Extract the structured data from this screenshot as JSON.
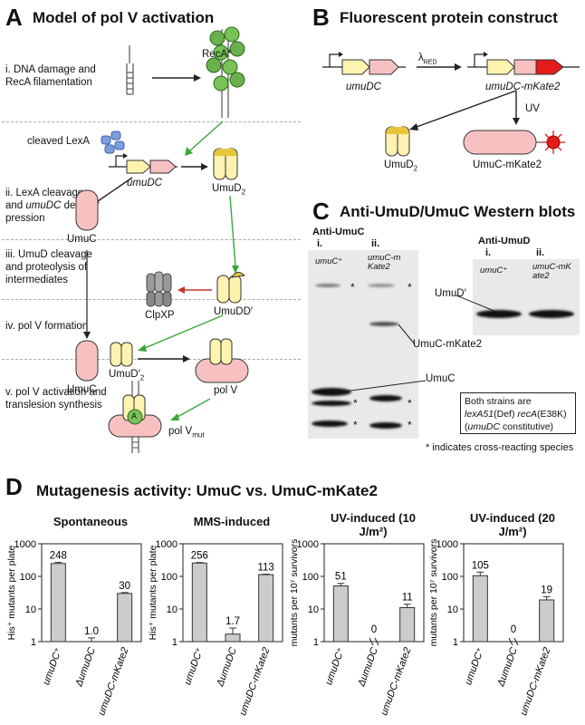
{
  "panelA": {
    "label": "A",
    "title": "Model of pol V activation",
    "steps": [
      "i. DNA damage and",
      "RecA filamentation",
      "ii. LexA cleavage",
      "and ",
      "umuDC",
      " de-re-",
      "pression",
      "iii. UmuD cleavage",
      "and proteolysis of",
      "intermediates",
      "iv. pol V formation",
      "v. pol V activation and",
      "translesion synthesis"
    ],
    "labels": {
      "recA": "RecA*",
      "cleavedLexA": "cleaved LexA",
      "umuDC": "umuDC",
      "umuD2": "UmuD",
      "umuD2_sub": "2",
      "umuC": "UmuC",
      "clpxp": "ClpXP",
      "umuDDprime": "UmuDD′",
      "umuC2": "UmuC",
      "umuDprime2": "UmuD′",
      "umuDprime2_sub": "2",
      "polV": "pol V",
      "polVmut": "pol V",
      "polVmut_sub": "mut",
      "a": "A"
    }
  },
  "panelB": {
    "label": "B",
    "title": "Fluorescent protein construct",
    "gene": "umuDC",
    "lambda": "λ",
    "lambda_sub": "RED",
    "construct": "umuDC-mKate2",
    "uv": "UV",
    "umuD2": "UmuD",
    "umuD2_sub": "2",
    "fusion": "UmuC-mKate2"
  },
  "panelC": {
    "label": "C",
    "title": "Anti-UmuD/UmuC Western blots",
    "left": {
      "header": "Anti-UmuC",
      "lane1": "i.",
      "lane2": "ii.",
      "lane1_strain": "umuC⁺",
      "lane2_strain_a": "umuC-m",
      "lane2_strain_b": "Kate2",
      "band_umuc_mkate2": "UmuC-mKate2",
      "band_umuc": "UmuC"
    },
    "right": {
      "header": "Anti-UmuD",
      "lane1": "i.",
      "lane2": "ii.",
      "lane1_strain": "umuC⁺",
      "lane2_strain_a": "umuC-mK",
      "lane2_strain_b": "ate2",
      "band": "UmuD′"
    },
    "box_line1": "Both strains are",
    "box_line2a": "lexA51",
    "box_line2b": "(Def) ",
    "box_line2c": "recA",
    "box_line2d": "(E38K)",
    "box_line3a": "(",
    "box_line3b": "umuDC",
    "box_line3c": " constitutive)",
    "star": "*",
    "footnote": "* indicates cross-reacting species"
  },
  "panelD": {
    "label": "D",
    "title": "Mutagenesis activity: UmuC vs. UmuC-mKate2"
  },
  "chart_data": [
    {
      "type": "bar",
      "title": "Spontaneous",
      "ylabel": "His⁺ mutants per plate",
      "yscale": "log",
      "ylim": [
        1,
        1000
      ],
      "yticks": [
        "1",
        "10",
        "100",
        "1000"
      ],
      "categories": [
        "umuDC⁺",
        "ΔumuDC",
        "umuDC-mKate2"
      ],
      "values": [
        248,
        1.0,
        30
      ],
      "value_labels": [
        "248",
        "1.0",
        "30"
      ],
      "errors": [
        20,
        0.3,
        2
      ],
      "color": "#cccccc"
    },
    {
      "type": "bar",
      "title": "MMS-induced",
      "ylabel": "His⁺ mutants per plate",
      "yscale": "log",
      "ylim": [
        1,
        1000
      ],
      "yticks": [
        "1",
        "10",
        "100",
        "1000"
      ],
      "categories": [
        "umuDC⁺",
        "ΔumuDC",
        "umuDC-mKate2"
      ],
      "values": [
        256,
        1.7,
        113
      ],
      "value_labels": [
        "256",
        "1.7",
        "113"
      ],
      "errors": [
        10,
        0.9,
        4
      ],
      "color": "#cccccc"
    },
    {
      "type": "bar",
      "title": "UV-induced (10 J/m²)",
      "ylabel": "mutants per 10⁷ survivors",
      "yscale": "log",
      "ylim": [
        1,
        1000
      ],
      "yticks": [
        "1",
        "10",
        "100",
        "1000"
      ],
      "categories": [
        "umuDC⁺",
        "ΔumuDC",
        "umuDC-mKate2"
      ],
      "values": [
        51,
        0,
        11
      ],
      "value_labels": [
        "51",
        "0",
        "11"
      ],
      "errors": [
        10,
        0,
        3
      ],
      "color": "#cccccc"
    },
    {
      "type": "bar",
      "title": "UV-induced (20 J/m²)",
      "ylabel": "mutants per 10⁷ survivors",
      "yscale": "log",
      "ylim": [
        1,
        1000
      ],
      "yticks": [
        "1",
        "10",
        "100",
        "1000"
      ],
      "categories": [
        "umuDC⁺",
        "ΔumuDC",
        "umuDC-mKate2"
      ],
      "values": [
        105,
        0,
        19
      ],
      "value_labels": [
        "105",
        "0",
        "19"
      ],
      "errors": [
        30,
        0,
        5
      ],
      "color": "#cccccc"
    }
  ]
}
